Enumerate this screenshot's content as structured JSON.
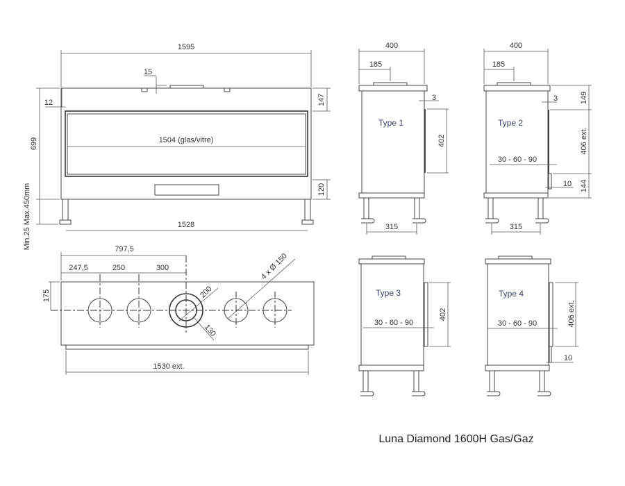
{
  "caption": "Luna Diamond 1600H Gas/Gaz",
  "front_view": {
    "width_total": "1595",
    "offset_top": "15",
    "side_margin": "12",
    "glass_width": "1504 (glas/vitre)",
    "top_height": "147",
    "bottom_height": "120",
    "height_total": "699",
    "leg_range": "Min.25  Max.450mm",
    "leg_span": "1528"
  },
  "top_view": {
    "total_offset": "797,5",
    "offset_1": "247,5",
    "offset_2": "250",
    "offset_3": "300",
    "depth_offset": "175",
    "outlets": "4 x Ø 150",
    "outer_diameter": "200",
    "inner_diameter": "130",
    "width_ext": "1530 ext."
  },
  "side_views": [
    {
      "label": "Type 1",
      "width": "400",
      "offset": "185",
      "gap": "3",
      "panel": "402",
      "leg_span": "315"
    },
    {
      "label": "Type 2",
      "width": "400",
      "offset": "185",
      "gap": "3",
      "top": "149",
      "panel": "406 ext.",
      "bottom": "144",
      "depth": "30 - 60 - 90",
      "lip": "10",
      "leg_span": "315"
    },
    {
      "label": "Type 3",
      "panel": "402",
      "depth": "30 - 60 - 90"
    },
    {
      "label": "Type 4",
      "panel": "406 ext.",
      "depth": "30 - 60 - 90",
      "lip": "10"
    }
  ]
}
